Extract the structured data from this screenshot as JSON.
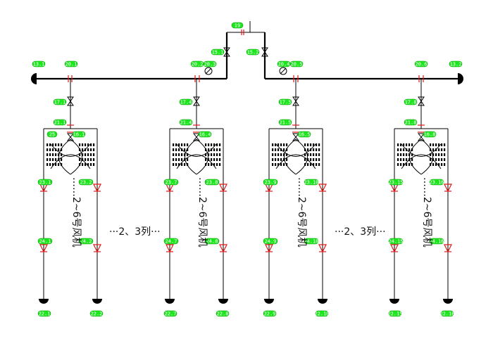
{
  "top": {
    "tags": [
      "19",
      "15.1",
      "15.2"
    ]
  },
  "main_pipe": {
    "tags_left": [
      "13.1",
      "20.1"
    ],
    "tags_mid_left": [
      "20.2",
      "20.3"
    ],
    "tags_mid_right": [
      "20.4",
      "20.5"
    ],
    "tags_right": [
      "20.6",
      "13.2"
    ]
  },
  "columns": [
    {
      "valve_tag": "17.1",
      "branch_tag": "21.1",
      "inner_tag_a": "25",
      "inner_tag_b": "16.1",
      "diode_tags": [
        "23.1",
        "23.2",
        "24.1",
        "24.2"
      ],
      "end_tags": [
        "22.1",
        "22.2"
      ],
      "side_text": "……2~6号风机"
    },
    {
      "valve_tag": "17.4",
      "branch_tag": "21.4",
      "inner_tag_a": "",
      "inner_tag_b": "16.4",
      "diode_tags": [
        "23.7",
        "23.8",
        "24.7",
        "24.8"
      ],
      "end_tags": [
        "22.7",
        "22.8"
      ],
      "side_text": "……2~6号风机"
    },
    {
      "valve_tag": "17.5",
      "branch_tag": "21.5",
      "inner_tag_a": "",
      "inner_tag_b": "16.5",
      "diode_tags": [
        "23.9",
        "23.10",
        "24.9",
        "24.10"
      ],
      "end_tags": [
        "22.9",
        "22.10"
      ],
      "side_text": "……2~6号风机"
    },
    {
      "valve_tag": "17.8",
      "branch_tag": "21.8",
      "inner_tag_a": "",
      "inner_tag_b": "16.8",
      "diode_tags": [
        "23.15",
        "23.16",
        "24.15",
        "24.16"
      ],
      "end_tags": [
        "22.15",
        "22.16"
      ],
      "side_text": "……2~6号风机"
    }
  ],
  "notes": [
    "···2、3列···",
    "···2、3列···"
  ]
}
